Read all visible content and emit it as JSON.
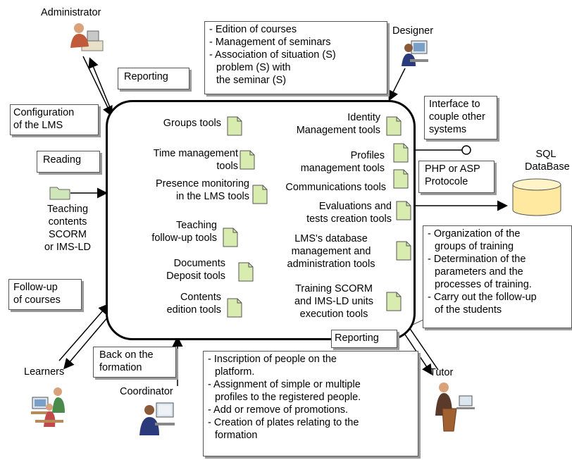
{
  "actors": {
    "administrator": "Administrator",
    "designer": "Designer",
    "learners": "Learners",
    "coordinator": "Coordinator",
    "tutor": "Tutor"
  },
  "callouts": {
    "reporting_top": "Reporting",
    "configuration": [
      "Configuration",
      "of the LMS"
    ],
    "reading": "Reading",
    "follow_up": [
      "Follow-up",
      "of courses"
    ],
    "back_on_formation": [
      "Back on the",
      "formation"
    ],
    "reporting_bottom": "Reporting",
    "php_asp": [
      "PHP or ASP",
      "Protocole"
    ],
    "interface": [
      "Interface to",
      "couple other",
      "systems"
    ]
  },
  "designer_box": [
    "- Edition of courses",
    "- Management of seminars",
    "- Association of situation (S)",
    "  problem (S) with",
    "  the seminar (S)"
  ],
  "tutor_box": [
    "- Organization of the",
    "  groups of training",
    "- Determination of the",
    "  parameters and the",
    "  processes of training.",
    "- Carry out the follow-up",
    "  of the students"
  ],
  "coordinator_box": [
    "- Inscription of people on the",
    "  platform.",
    "- Assignment of simple or multiple",
    "  profiles to the registered people.",
    "- Add or remove  of promotions.",
    "- Creation of plates relating to the",
    "  formation"
  ],
  "teaching_contents": [
    "Teaching",
    "contents",
    "SCORM",
    "or IMS-LD"
  ],
  "database": [
    "SQL",
    "DataBase"
  ],
  "tools_left": [
    [
      "Groups tools"
    ],
    [
      "Time management",
      "tools"
    ],
    [
      "Presence monitoring",
      "in the LMS tools"
    ],
    [
      "Teaching",
      "follow-up tools"
    ],
    [
      "Documents",
      "Deposit tools"
    ],
    [
      "Contents",
      "edition tools"
    ]
  ],
  "tools_right": [
    [
      "Identity",
      "Management tools"
    ],
    [
      "Profiles",
      "management tools"
    ],
    [
      "Communications  tools"
    ],
    [
      "Evaluations and",
      "tests creation tools"
    ],
    [
      "LMS's database",
      "management and",
      "administration tools"
    ],
    [
      "Training SCORM",
      "and IMS-LD units",
      "execution tools"
    ]
  ],
  "colors": {
    "doc_fill": "#d9ecb0",
    "doc_stroke": "#555555",
    "db_fill": "#ffe9a0",
    "folder_fill": "#cfe6b8"
  }
}
